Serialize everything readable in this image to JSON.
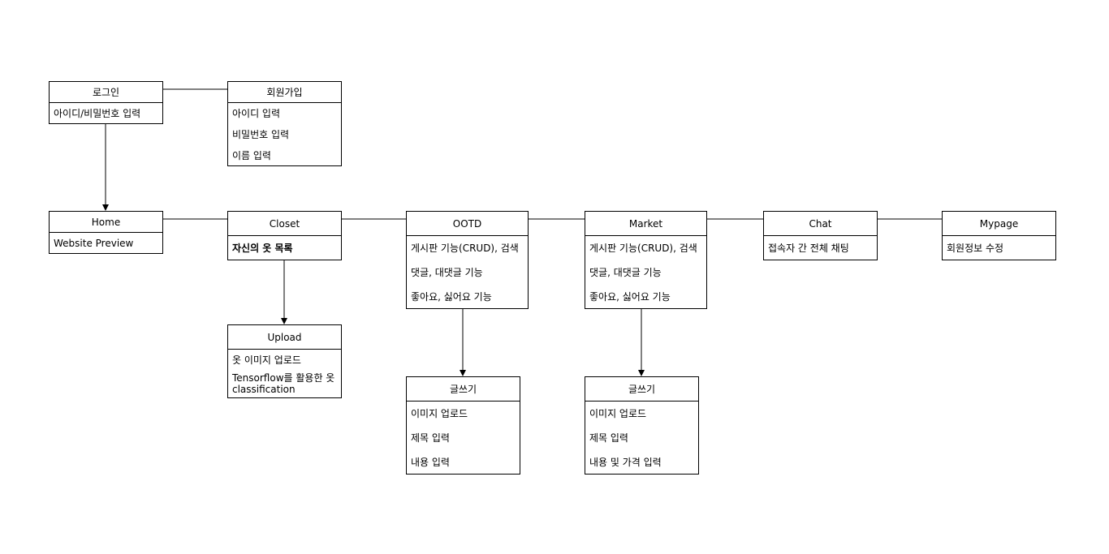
{
  "nodes": {
    "login": {
      "title": "로그인",
      "items": [
        "아이디/비밀번호 입력"
      ]
    },
    "signup": {
      "title": "회원가입",
      "items": [
        "아이디 입력",
        "비밀번호 입력",
        "이름 입력"
      ]
    },
    "home": {
      "title": "Home",
      "items": [
        "Website Preview"
      ]
    },
    "closet": {
      "title": "Closet",
      "items": [
        "자신의 옷 목록"
      ]
    },
    "ootd": {
      "title": "OOTD",
      "items": [
        "게시판 기능(CRUD), 검색",
        "댓글, 대댓글 기능",
        "좋아요, 싫어요 기능"
      ]
    },
    "market": {
      "title": "Market",
      "items": [
        "게시판 기능(CRUD), 검색",
        "댓글, 대댓글 기능",
        "좋아요, 싫어요 기능"
      ]
    },
    "chat": {
      "title": "Chat",
      "items": [
        "접속자 간 전체 채팅"
      ]
    },
    "mypage": {
      "title": "Mypage",
      "items": [
        "회원정보 수정"
      ]
    },
    "upload": {
      "title": "Upload",
      "items": [
        "옷 이미지 업로드",
        "Tensorflow를 활용한 옷 classification"
      ]
    },
    "write1": {
      "title": "글쓰기",
      "items": [
        "이미지 업로드",
        "제목 입력",
        "내용 입력"
      ]
    },
    "write2": {
      "title": "글쓰기",
      "items": [
        "이미지 업로드",
        "제목 입력",
        "내용 및 가격 입력"
      ]
    }
  }
}
